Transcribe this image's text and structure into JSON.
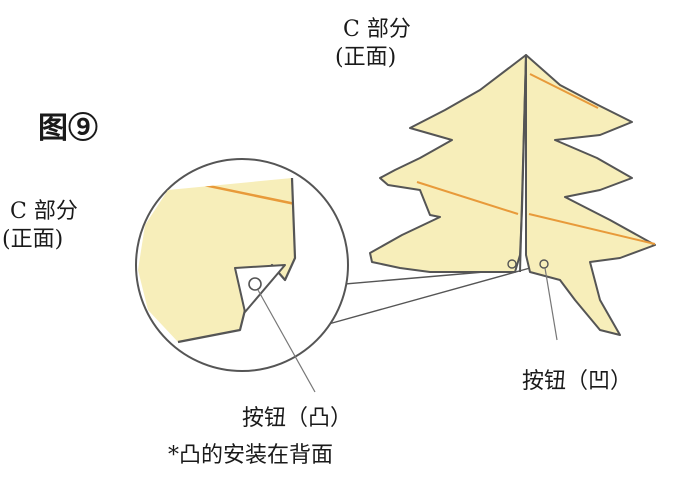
{
  "figure": {
    "label": "图⑨"
  },
  "labels": {
    "part_top_line1": "C 部分",
    "part_top_line2": "(正面)",
    "part_left_line1": "C 部分",
    "part_left_line2": "(正面)",
    "button_concave": "按钮（凹）",
    "button_convex": "按钮（凸）",
    "note": "*凸的安装在背面"
  },
  "colors": {
    "paper_fill": "#f7eeba",
    "outline": "#555555",
    "fold_line": "#e89a3a",
    "background": "#ffffff"
  }
}
